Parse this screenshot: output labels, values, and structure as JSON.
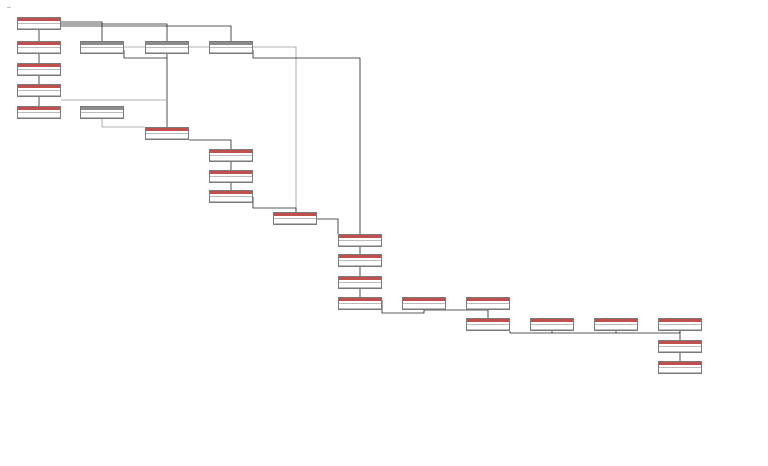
{
  "corner_text": "—",
  "edge_color": "#222222",
  "edge_color_light": "#999999",
  "header_color": "#c0504d",
  "header_color_gray": "#8c8c8c",
  "nodes": [
    {
      "id": "n1",
      "style": "red"
    },
    {
      "id": "n2",
      "style": "red"
    },
    {
      "id": "n3",
      "style": "red"
    },
    {
      "id": "n4",
      "style": "red"
    },
    {
      "id": "n5",
      "style": "red"
    },
    {
      "id": "n6",
      "style": "gray"
    },
    {
      "id": "n7",
      "style": "gray"
    },
    {
      "id": "n8",
      "style": "gray"
    },
    {
      "id": "n9",
      "style": "gray"
    },
    {
      "id": "n10",
      "style": "red"
    },
    {
      "id": "n11",
      "style": "red"
    },
    {
      "id": "n12",
      "style": "red"
    },
    {
      "id": "n13",
      "style": "red"
    },
    {
      "id": "n14",
      "style": "red"
    },
    {
      "id": "n15",
      "style": "red"
    },
    {
      "id": "n16",
      "style": "red"
    },
    {
      "id": "n17",
      "style": "red"
    },
    {
      "id": "n18",
      "style": "red"
    },
    {
      "id": "n19",
      "style": "red"
    },
    {
      "id": "n20",
      "style": "red"
    },
    {
      "id": "n21",
      "style": "red"
    },
    {
      "id": "n22",
      "style": "red"
    },
    {
      "id": "n23",
      "style": "red"
    },
    {
      "id": "n24",
      "style": "red"
    },
    {
      "id": "n25",
      "style": "red"
    },
    {
      "id": "n26",
      "style": "red"
    },
    {
      "id": "n27",
      "style": "red"
    },
    {
      "id": "n28",
      "style": "red"
    }
  ]
}
